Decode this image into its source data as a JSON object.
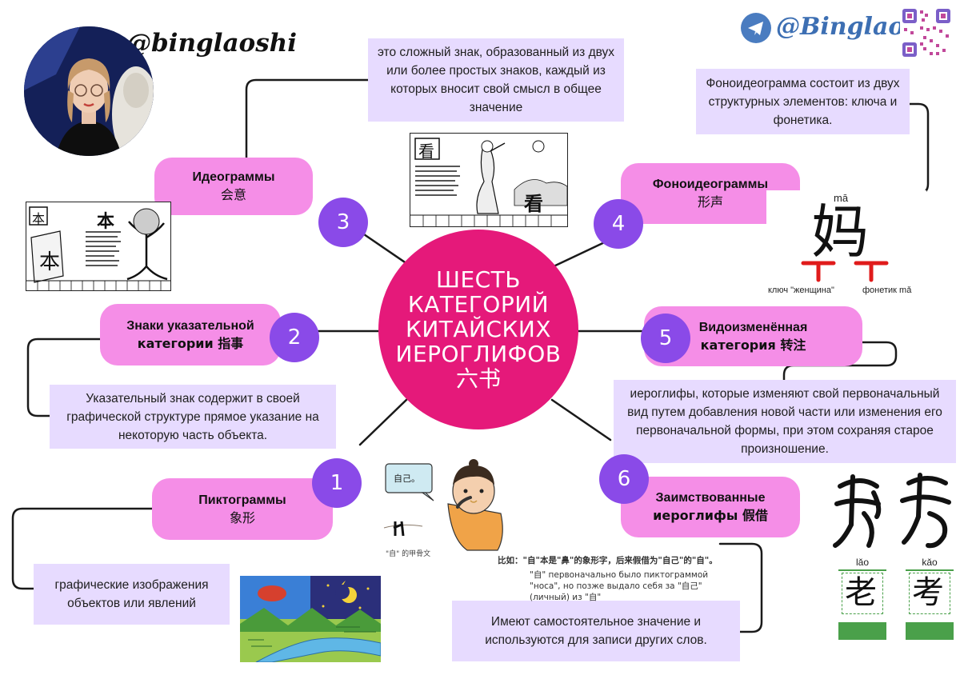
{
  "header": {
    "author_handle": "@binglaoshi",
    "channel_handle": "@Binglaoshi"
  },
  "center": {
    "title": "ШЕСТЬ\nКАТЕГОРИЙ\nКИТАЙСКИХ\nИЕРОГЛИФОВ",
    "subtitle": "六书"
  },
  "categories": [
    {
      "number": "1",
      "title": "Пиктограммы",
      "subtitle": "象形",
      "description": "графические изображения объектов или явлений"
    },
    {
      "number": "2",
      "title": "Знаки указательной",
      "subtitle": "категории 指事",
      "description": "Указательный знак содержит в своей графической структуре прямое указание на некоторую часть объекта."
    },
    {
      "number": "3",
      "title": "Идеограммы",
      "subtitle": "会意",
      "description": "это сложный знак, образованный из двух или более простых знаков, каждый из которых вносит свой смысл в общее значение"
    },
    {
      "number": "4",
      "title": "Фоноидеограммы",
      "subtitle": "形声",
      "description": "Фоноидеограмма состоит из двух структурных элементов: ключа и фонетика."
    },
    {
      "number": "5",
      "title": "Видоизменённая",
      "subtitle": "категория 转注",
      "description": "иероглифы, которые изменяют свой первоначальный вид путем добавления новой части или изменения его первоначальной формы, при этом сохраняя старое произношение."
    },
    {
      "number": "6",
      "title": "Заимствованные",
      "subtitle": "иероглифы 假借",
      "description": "Имеют самостоятельное значение и используются для записи других слов."
    }
  ],
  "phono_example": {
    "pinyin": "mā",
    "character": "妈",
    "radical_label": "ключ \"женщина\"",
    "phonetic_label": "фонетик mǎ"
  },
  "borrowed_example": {
    "bubble": "自己。",
    "caption": "\"自\" 的甲骨文",
    "example_cn": "比如：\"自\"本是\"鼻\"的象形字，后来假借为\"自己\"的\"自\"。",
    "example_ru": "\"自\" первоначально было пиктограммой \"носа\", но позже выдало себя за \"自己\" (личный) из \"自\""
  },
  "modified_example": {
    "cards": [
      {
        "pinyin": "lǎo",
        "character": "老"
      },
      {
        "pinyin": "kǎo",
        "character": "考"
      }
    ]
  },
  "ideogram_example": {
    "character": "看"
  },
  "indicative_example": {
    "character": "本"
  },
  "colors": {
    "center": "#e5197a",
    "pill": "#f58ee7",
    "number": "#8a4ae8",
    "description": "#e7dbff",
    "accent_red": "#e01b1b"
  }
}
